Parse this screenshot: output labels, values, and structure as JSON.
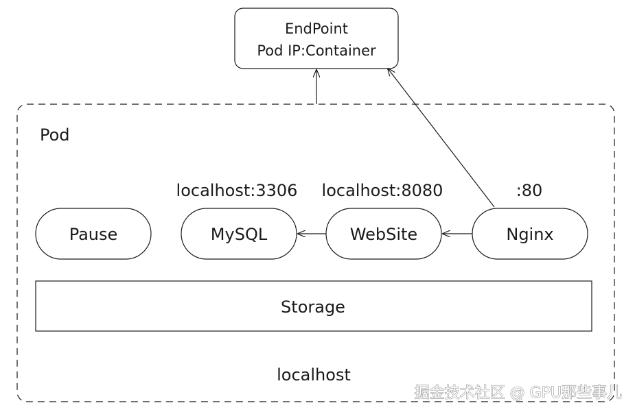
{
  "endpoint": {
    "line1": "EndPoint",
    "line2": "Pod IP:Container"
  },
  "pod": {
    "label": "Pod",
    "network_label": "localhost"
  },
  "containers": {
    "pause": {
      "name": "Pause",
      "address": ""
    },
    "mysql": {
      "name": "MySQL",
      "address": "localhost:3306"
    },
    "website": {
      "name": "WebSite",
      "address": "localhost:8080"
    },
    "nginx": {
      "name": "Nginx",
      "address": ":80"
    }
  },
  "storage": {
    "label": "Storage"
  },
  "watermark": {
    "text": "掘金技术社区 @ GPU那些事儿"
  }
}
